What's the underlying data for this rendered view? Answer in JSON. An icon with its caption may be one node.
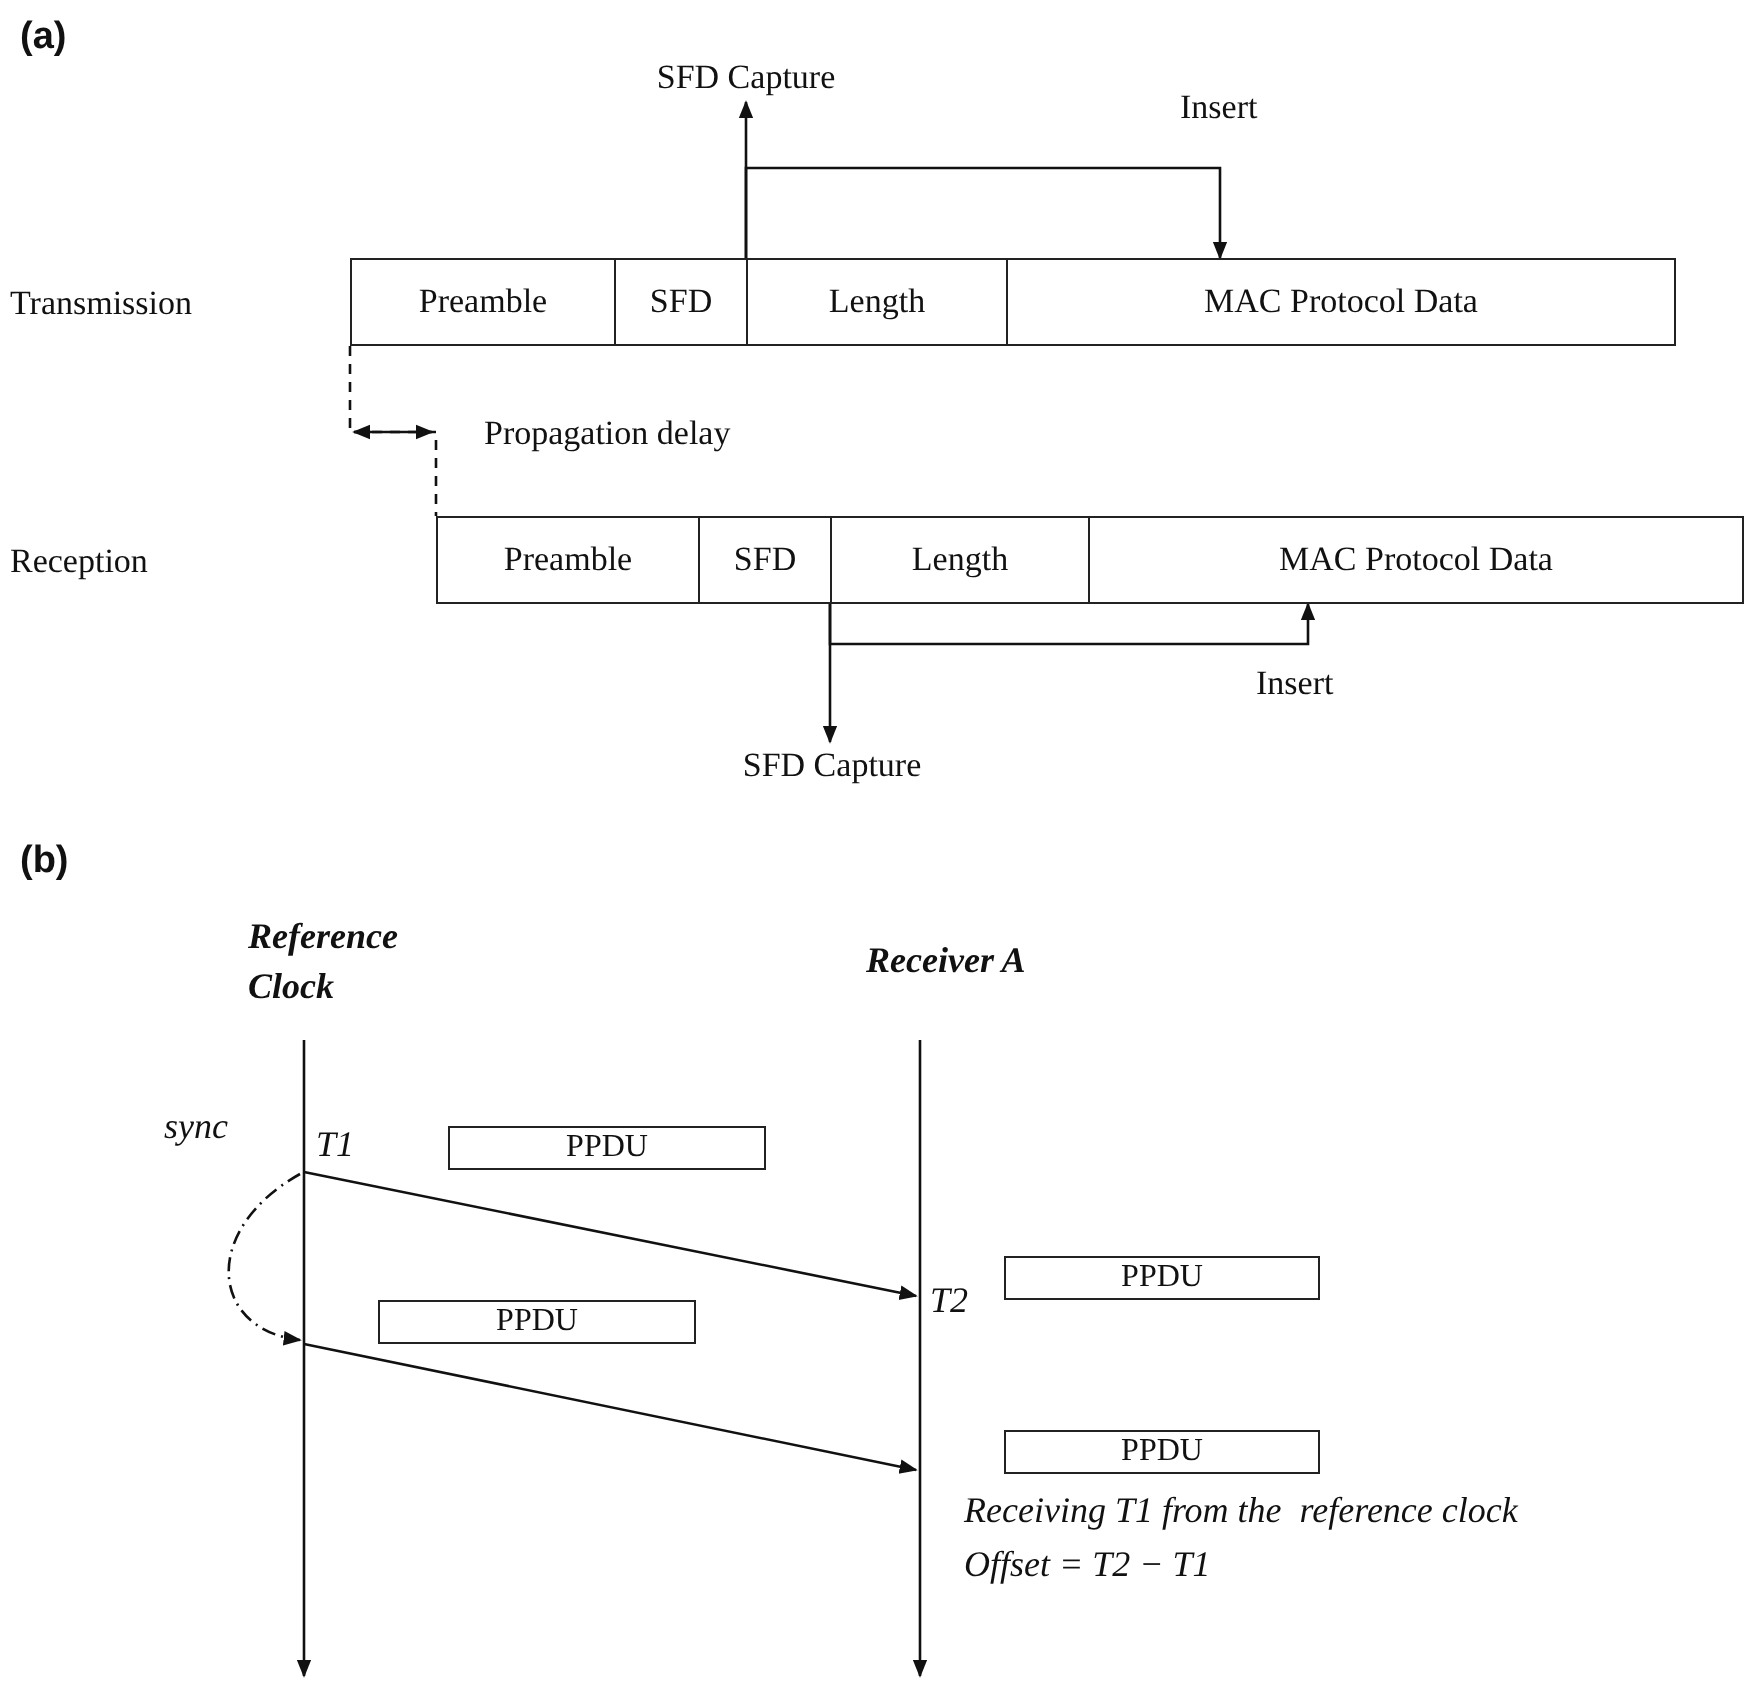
{
  "diagram": {
    "nodes": [
      {
        "text": [
          "SFD Capture"
        ]
      },
      {
        "text": [
          "Preamble"
        ]
      },
      {
        "text": [
          "SFD"
        ]
      },
      {
        "text": [
          "Length"
        ]
      },
      {
        "text": [
          "MAC Protocol Data"
        ]
      },
      {
        "text": [
          "Preamble"
        ]
      },
      {
        "text": [
          "SFD"
        ]
      },
      {
        "text": [
          "Length"
        ]
      },
      {
        "text": [
          "MAC Protocol Data"
        ]
      },
      {
        "text": [
          "SFD Capture"
        ]
      },
      {
        "text": [
          "PPDU"
        ]
      },
      {
        "text": [
          "PPDU"
        ]
      },
      {
        "text": [
          "PPDU"
        ]
      },
      {
        "text": [
          "PPDU"
        ]
      }
    ],
    "edges": [
      {
        "from": 3,
        "to": 0,
        "arrow": "to"
      },
      {
        "from": 3,
        "to": 4,
        "arrow": "to",
        "label": "Insert"
      },
      {
        "from": 7,
        "to": 9,
        "arrow": "to"
      },
      {
        "from": 7,
        "to": 8,
        "arrow": "to",
        "label": "Insert"
      },
      {
        "from": 1,
        "to": 5,
        "arrow": "none",
        "style": "dashed"
      }
    ],
    "labels": [
      "(a)",
      "Transmission",
      "Propagation delay",
      "Reception",
      "(b)",
      "Reference Clock",
      "Receiver A",
      "sync",
      "T1",
      "T2",
      "Receiving T1 from the  reference clock",
      "Offset = T2 − T1"
    ]
  }
}
